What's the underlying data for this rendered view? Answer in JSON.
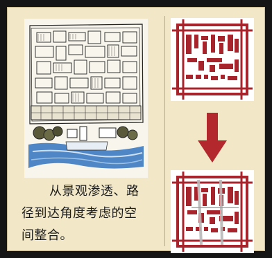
{
  "caption": {
    "line1": "从景观渗透、路",
    "line2": "径到达角度考虑的空",
    "line3": "间整合。"
  },
  "colors": {
    "background": "#f2e8c8",
    "diagram_red": "#a8242c",
    "arrow_red": "#b3282d",
    "water_blue": "#4f86c6",
    "path_gray": "#b9b9b9"
  },
  "icons": {
    "arrow": "down-arrow-icon"
  }
}
